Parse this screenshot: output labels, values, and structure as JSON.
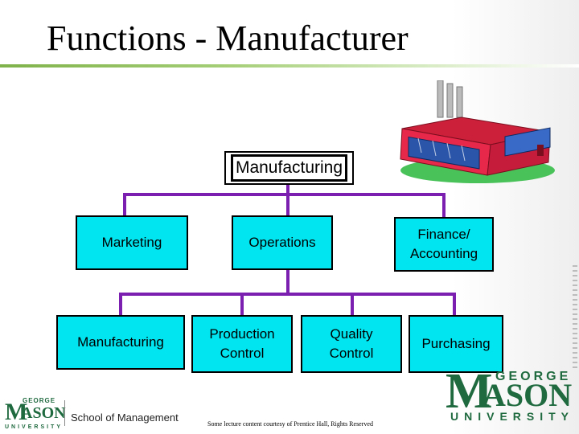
{
  "slide": {
    "title": "Functions - Manufacturer",
    "footnote": "Some lecture content courtesy of Prentice Hall, Rights Reserved"
  },
  "org_chart": {
    "root": "Manufacturing",
    "level1": [
      "Marketing",
      "Operations",
      "Finance/\nAccounting"
    ],
    "level2": [
      "Manufacturing",
      "Production\nControl",
      "Quality\nControl",
      "Purchasing"
    ]
  },
  "logos": {
    "gmu_main": {
      "george": "GEORGE",
      "mason_m": "M",
      "mason_rest": "ASON",
      "university": "UNIVERSITY"
    },
    "school": {
      "george": "GEORGE",
      "mason_m": "M",
      "mason_rest": "ASON",
      "university": "UNIVERSITY",
      "label": "School of Management"
    }
  },
  "colors": {
    "box_fill": "#00e5f0",
    "connector": "#7a1fb0",
    "title_rule": "#7fb24a",
    "gmu_green": "#1f6a3f",
    "factory_wall": "#e8284a"
  },
  "icons": [
    "factory-illustration"
  ]
}
